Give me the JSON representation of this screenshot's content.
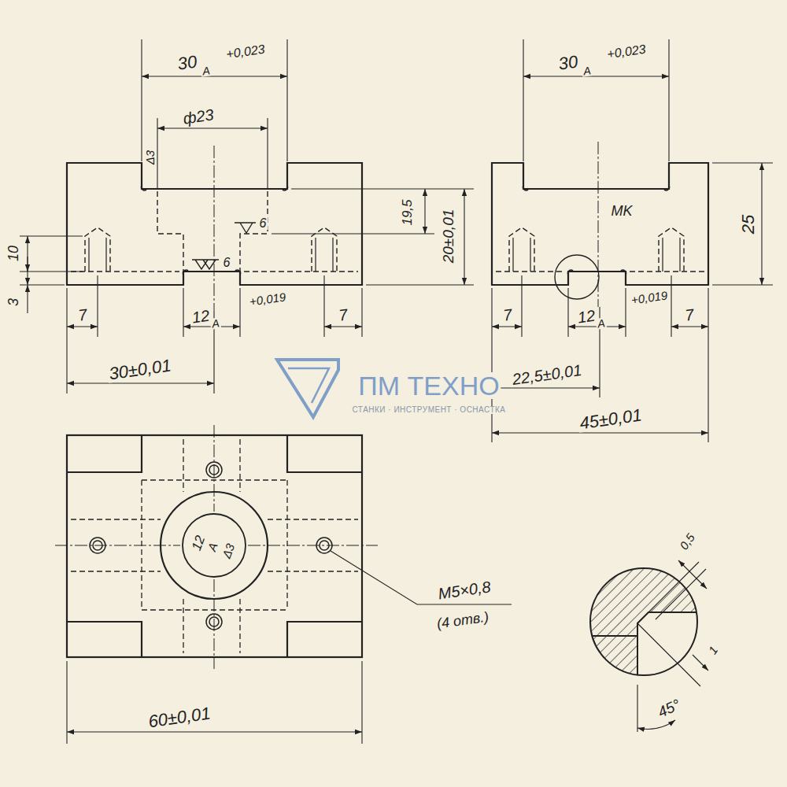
{
  "diagram": {
    "labels": [
      "30",
      "A",
      "+0,023",
      "ф23",
      "Δ3",
      "19,5",
      "20±0,01",
      "6",
      "6",
      "10",
      "3",
      "7",
      "12",
      "A",
      "+0,019",
      "7",
      "30±0,01",
      "30",
      "A",
      "+0,023",
      "MK",
      "25",
      "7",
      "12",
      "A",
      "+0,019",
      "7",
      "22,5±0,01",
      "45±0,01",
      "ПМ ТЕХНО",
      "СТАНКИ · ИНСТРУМЕНТ · ОСНАСТКА",
      "12",
      "A",
      "Δ3",
      "M5×0,8",
      "(4 отв.)",
      "60±0,01",
      "0,5",
      "1",
      "45°"
    ]
  }
}
